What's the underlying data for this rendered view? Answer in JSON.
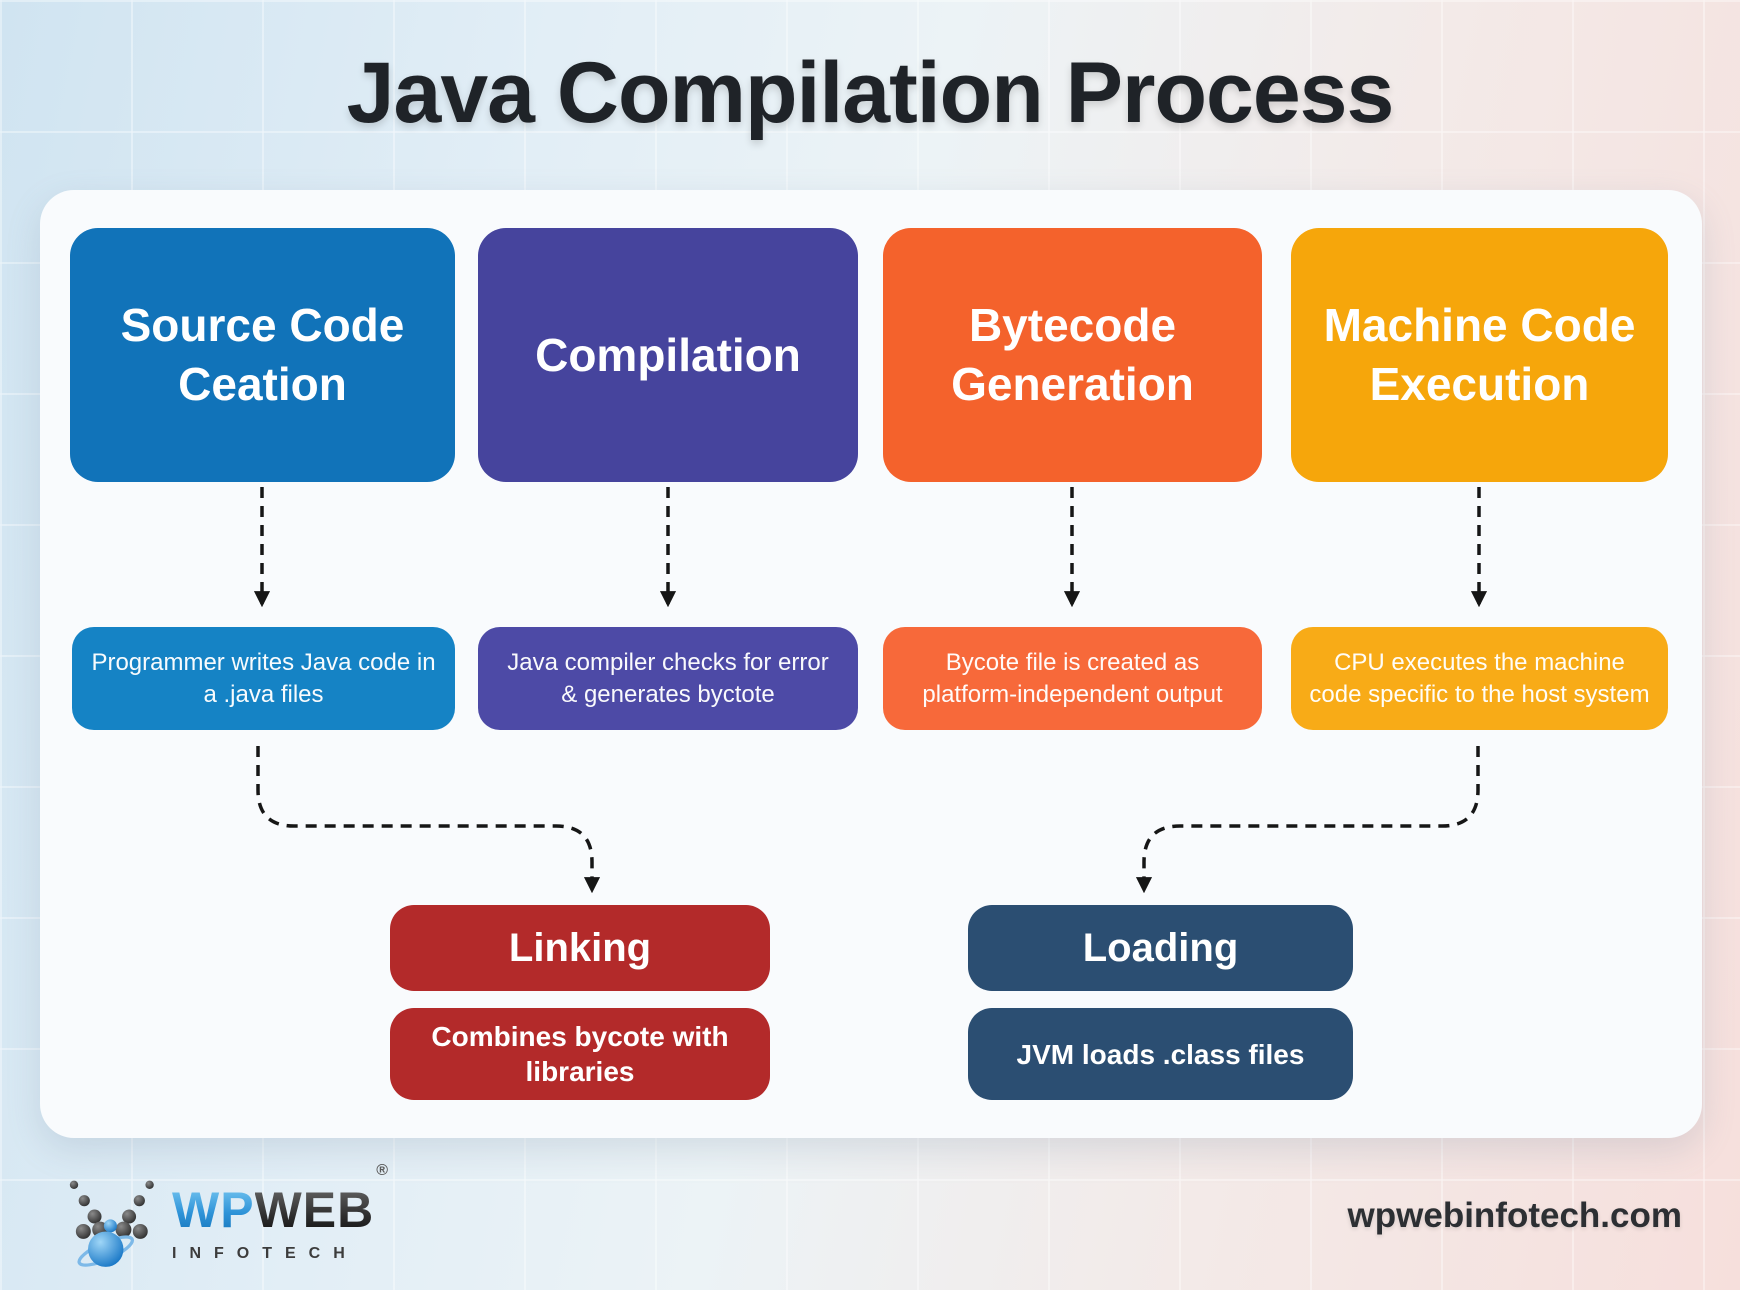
{
  "title": "Java Compilation Process",
  "stages": [
    {
      "label": "Source Code Ceation",
      "desc": "Programmer writes Java code in a .java files",
      "color": "#1173b9",
      "desc_color": "#1583c5"
    },
    {
      "label": "Compilation",
      "desc": "Java compiler checks for error & generates byctote",
      "color": "#46449d",
      "desc_color": "#4d4aa6"
    },
    {
      "label": "Bytecode Generation",
      "desc": "Bycote file is created as platform-independent output",
      "color": "#f4622c",
      "desc_color": "#f7693a"
    },
    {
      "label": "Machine Code Execution",
      "desc": "CPU executes the machine code specific to the host system",
      "color": "#f6a60b",
      "desc_color": "#f8ab17"
    }
  ],
  "sub_stages": [
    {
      "label": "Linking",
      "desc": "Combines bycote with libraries",
      "color": "#b32a2a"
    },
    {
      "label": "Loading",
      "desc": "JVM loads .class files",
      "color": "#2b4e72"
    }
  ],
  "connector_color": "#161616",
  "footer": {
    "logo_main_1": "WP",
    "logo_main_2": "WEB",
    "logo_reg": "®",
    "logo_sub": "INFOTECH",
    "website": "wpwebinfotech.com"
  }
}
